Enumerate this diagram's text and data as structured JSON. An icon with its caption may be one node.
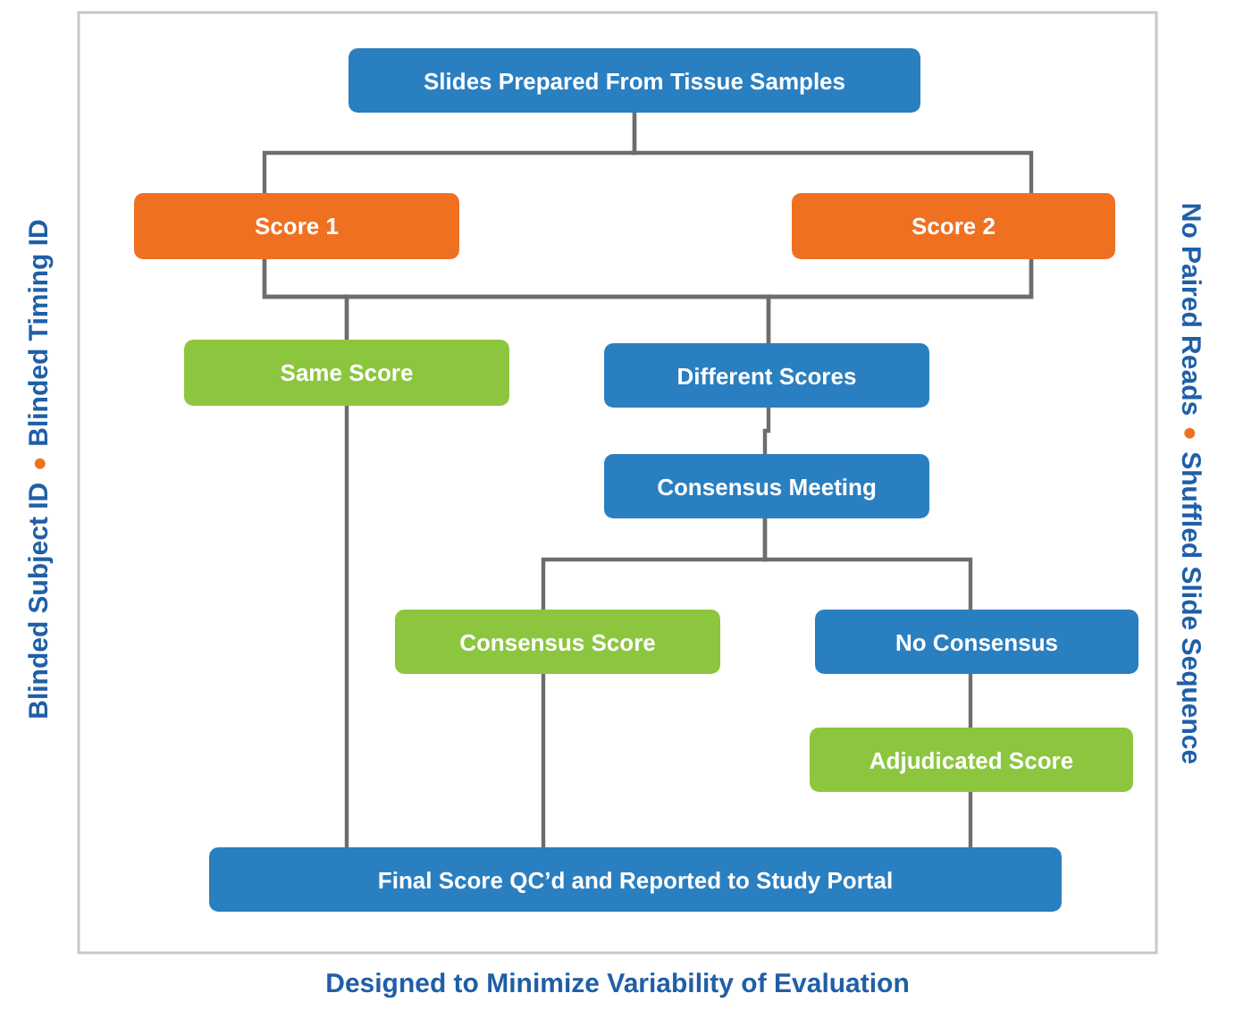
{
  "diagram": {
    "caption": "Designed to Minimize Variability of Evaluation",
    "nodes": [
      {
        "text": [
          "Slides Prepared From Tissue Samples"
        ]
      },
      {
        "text": [
          "Score 1"
        ]
      },
      {
        "text": [
          "Score 2"
        ]
      },
      {
        "text": [
          "Same Score"
        ]
      },
      {
        "text": [
          "Different Scores"
        ]
      },
      {
        "text": [
          "Consensus Meeting"
        ]
      },
      {
        "text": [
          "Consensus Score"
        ]
      },
      {
        "text": [
          "No Consensus"
        ]
      },
      {
        "text": [
          "Adjudicated Score"
        ]
      },
      {
        "text": [
          "Final Score QC’d and Reported to Study Portal"
        ]
      }
    ],
    "edges": [
      {
        "from": 0,
        "to": 1,
        "arrow": "none"
      },
      {
        "from": 0,
        "to": 2,
        "arrow": "none"
      },
      {
        "from": 1,
        "to": 3,
        "arrow": "none"
      },
      {
        "from": 1,
        "to": 4,
        "arrow": "none"
      },
      {
        "from": 2,
        "to": 3,
        "arrow": "none"
      },
      {
        "from": 2,
        "to": 4,
        "arrow": "none"
      },
      {
        "from": 4,
        "to": 5,
        "arrow": "none"
      },
      {
        "from": 5,
        "to": 6,
        "arrow": "none"
      },
      {
        "from": 5,
        "to": 7,
        "arrow": "none"
      },
      {
        "from": 7,
        "to": 8,
        "arrow": "none"
      },
      {
        "from": 3,
        "to": 9,
        "arrow": "none"
      },
      {
        "from": 6,
        "to": 9,
        "arrow": "none"
      },
      {
        "from": 8,
        "to": 9,
        "arrow": "none"
      }
    ],
    "labels": [
      "Blinded Subject ID",
      "Blinded Timing ID",
      "No Paired Reads",
      "Shuffled Slide Sequence"
    ]
  }
}
